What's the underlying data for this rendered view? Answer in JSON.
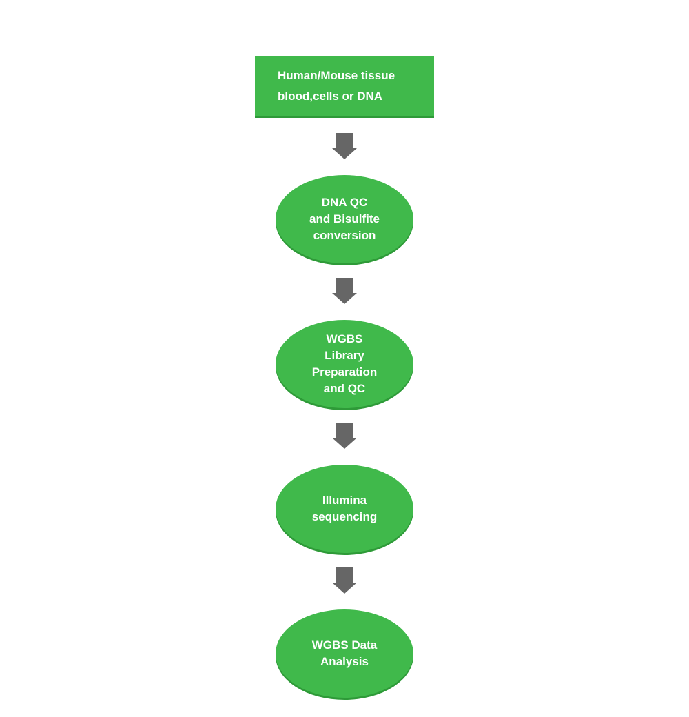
{
  "flowchart": {
    "start": {
      "line1": "Human/Mouse tissue",
      "line2": "blood,cells or DNA"
    },
    "steps": [
      {
        "label": "DNA QC\nand Bisulfite\nconversion"
      },
      {
        "label": "WGBS\nLibrary\nPreparation\nand QC"
      },
      {
        "label": "Illumina\nsequencing"
      },
      {
        "label": "WGBS Data\nAnalysis"
      }
    ]
  },
  "colors": {
    "node_fill": "#40b94b",
    "node_shadow": "#2e9a38",
    "arrow_fill": "#666666",
    "text": "#ffffff"
  },
  "icons": {
    "connector": "down-arrow-icon"
  }
}
